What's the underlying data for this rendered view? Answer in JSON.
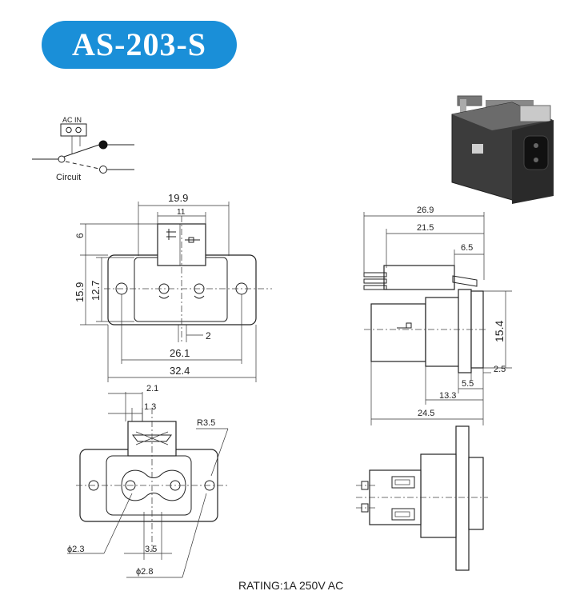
{
  "title": "AS-203-S",
  "schematic": {
    "ac_in_label": "AC IN",
    "circuit_label": "Circuit"
  },
  "front_view": {
    "dim_19_9": "19.9",
    "dim_11": "11",
    "dim_6": "6",
    "dim_15_9": "15.9",
    "dim_12_7": "12.7",
    "dim_2": "2",
    "dim_26_1": "26.1",
    "dim_32_4": "32.4"
  },
  "side_view": {
    "dim_26_9": "26.9",
    "dim_21_5": "21.5",
    "dim_6_5": "6.5",
    "dim_15_4": "15.4",
    "dim_2_5": "2.5",
    "dim_5_5": "5.5",
    "dim_13_3": "13.3",
    "dim_24_5": "24.5"
  },
  "bottom_view": {
    "dim_2_1": "2.1",
    "dim_1_3": "1.3",
    "dim_r3_5": "R3.5",
    "dim_phi_2_3": "ϕ2.3",
    "dim_3_5": "3.5",
    "dim_phi_2_8": "ϕ2.8"
  },
  "rating": "RATING:1A 250V AC"
}
